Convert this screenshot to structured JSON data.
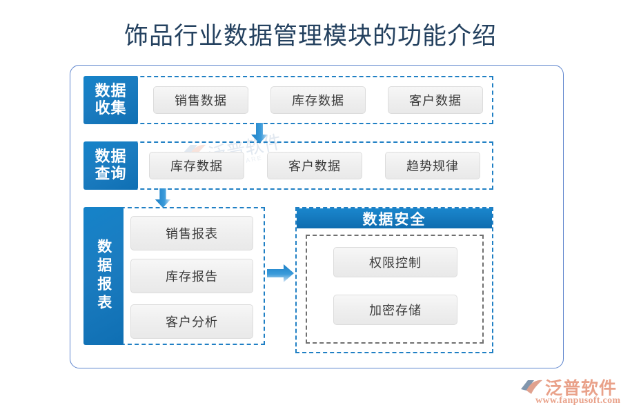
{
  "title": "饰品行业数据管理模块的功能介绍",
  "colors": {
    "frame_border": "#5d84cd",
    "dashed_blue": "#1f7fc4",
    "dashed_black": "#6f6f6f",
    "label_blue": "#1478bd",
    "arrow_blue": "#1b7fc6",
    "chip_bg": "#efefef",
    "title_text": "#24415f",
    "logo_color": "#e9a189"
  },
  "watermark": {
    "text": "泛普软件",
    "sub": "SOFTWARE",
    "mark": "fanpu-logo-mark"
  },
  "rows": [
    {
      "id": "data-collection",
      "label": "数据收集",
      "label_lines": [
        "数据",
        "收集"
      ],
      "chips": [
        "销售数据",
        "库存数据",
        "客户数据"
      ]
    },
    {
      "id": "data-query",
      "label": "数据查询",
      "label_lines": [
        "数据",
        "查询"
      ],
      "chips": [
        "库存数据",
        "客户数据",
        "趋势规律"
      ]
    },
    {
      "id": "data-report",
      "label": "数据报表",
      "label_lines": [
        "数据报表"
      ],
      "chips": [
        "销售报表",
        "库存报告",
        "客户分析"
      ]
    }
  ],
  "security": {
    "header": "数据安全",
    "chips": [
      "权限控制",
      "加密存储"
    ]
  },
  "arrows": [
    {
      "id": "arrow-collection-to-query",
      "direction": "down"
    },
    {
      "id": "arrow-query-to-report",
      "direction": "down"
    },
    {
      "id": "arrow-report-to-security",
      "direction": "right"
    }
  ],
  "logo": {
    "name": "泛普软件",
    "url": "www.fanpusoft.com",
    "mark": "fanpu-logo-mark"
  }
}
